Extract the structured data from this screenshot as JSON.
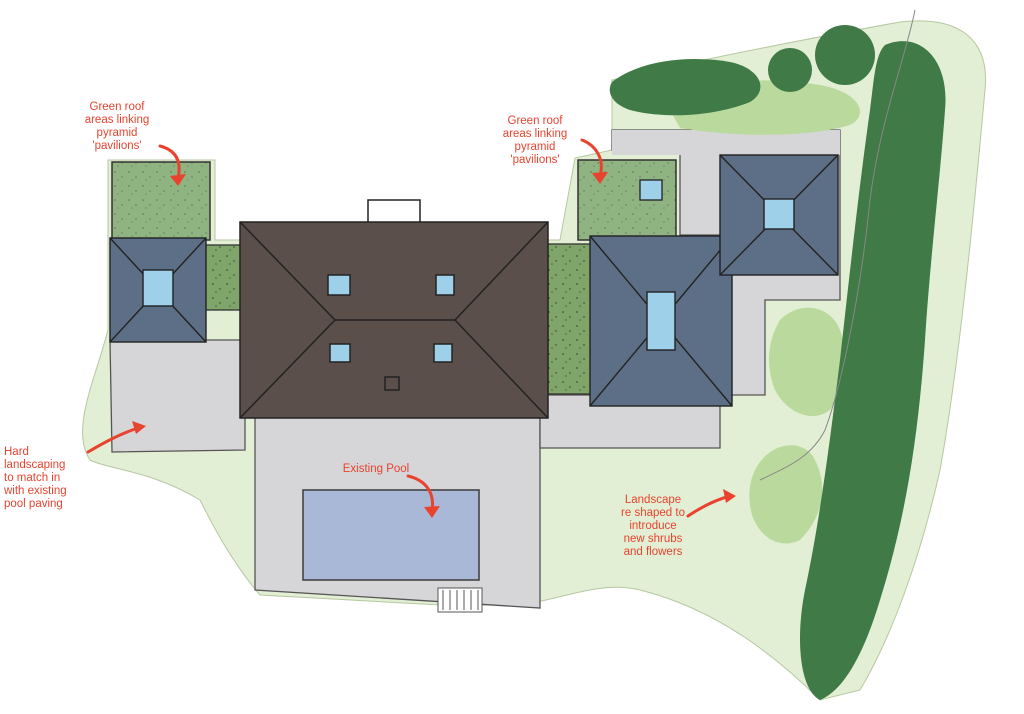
{
  "colors": {
    "lawn": "#e3efd4",
    "paving": "#d6d6d8",
    "main_roof": "#5a4f4b",
    "pavilion_roof": "#5d6f86",
    "green_roof": "#8fb381",
    "hedge": "#7fa56a",
    "rooflight": "#9fd0ea",
    "pool": "#a9b8d6",
    "trees": "#3f7a47",
    "shrubs": "#b9da9c",
    "annotation": "#e8432f"
  },
  "annotations": {
    "green_roof_left": "Green roof\nareas linking\npyramid\n'pavilions'",
    "green_roof_right": "Green roof\nareas linking\npyramid\n'pavilions'",
    "hard_landscaping": "Hard\nlandscaping\nto match in\nwith existing\npool paving",
    "existing_pool": "Existing Pool",
    "landscape": "Landscape\nre shaped to\nintroduce\nnew shrubs\nand flowers"
  }
}
